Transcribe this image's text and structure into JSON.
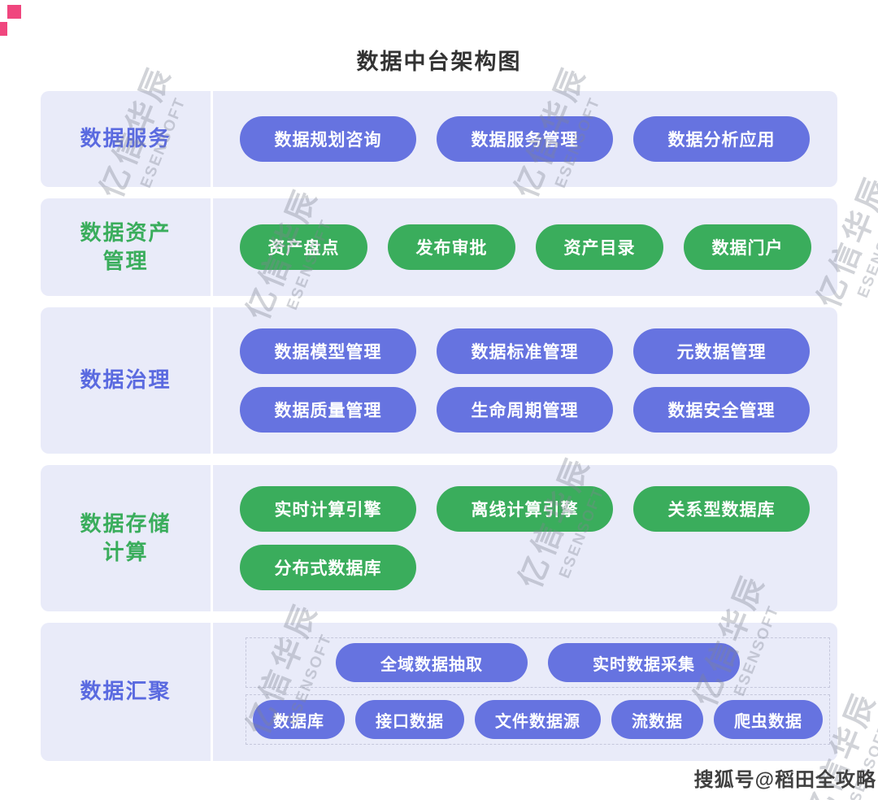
{
  "title": "数据中台架构图",
  "watermark": {
    "line1": "亿信华辰",
    "line2": "ESENSOFT"
  },
  "footer_credit": "搜狐号@稻田全攻略",
  "colors": {
    "purple_pill": "#6673e0",
    "green_pill": "#3aad5c",
    "purple_label": "#5a6ae0",
    "green_label": "#3aad5c",
    "section_bg": "#e9ebf9",
    "corner_mark": "#f0467e"
  },
  "sections": [
    {
      "label": "数据服务",
      "theme": "purple",
      "rows": [
        [
          "数据规划咨询",
          "数据服务管理",
          "数据分析应用"
        ]
      ]
    },
    {
      "label": "数据资产\n管理",
      "theme": "green",
      "rows": [
        [
          "资产盘点",
          "发布审批",
          "资产目录",
          "数据门户"
        ]
      ]
    },
    {
      "label": "数据治理",
      "theme": "purple",
      "rows": [
        [
          "数据模型管理",
          "数据标准管理",
          "元数据管理"
        ],
        [
          "数据质量管理",
          "生命周期管理",
          "数据安全管理"
        ]
      ]
    },
    {
      "label": "数据存储\n计算",
      "theme": "green",
      "rows": [
        [
          "实时计算引擎",
          "离线计算引擎",
          "关系型数据库"
        ],
        [
          "分布式数据库"
        ]
      ]
    },
    {
      "label": "数据汇聚",
      "theme": "purple",
      "dashed": true,
      "rows": [
        [
          "全域数据抽取",
          "实时数据采集"
        ],
        [
          "数据库",
          "接口数据",
          "文件数据源",
          "流数据",
          "爬虫数据"
        ]
      ]
    }
  ]
}
